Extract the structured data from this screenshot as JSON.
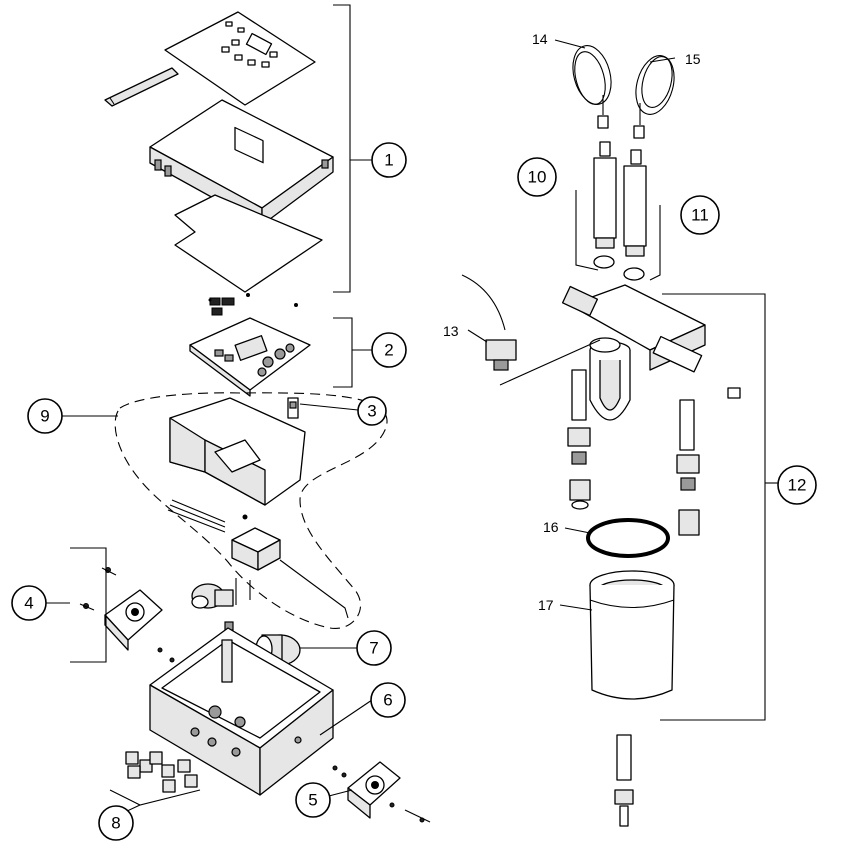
{
  "callouts": [
    {
      "id": "1",
      "label": "1"
    },
    {
      "id": "2",
      "label": "2"
    },
    {
      "id": "3",
      "label": "3"
    },
    {
      "id": "4",
      "label": "4"
    },
    {
      "id": "5",
      "label": "5"
    },
    {
      "id": "6",
      "label": "6"
    },
    {
      "id": "7",
      "label": "7"
    },
    {
      "id": "8",
      "label": "8"
    },
    {
      "id": "9",
      "label": "9"
    },
    {
      "id": "10",
      "label": "10"
    },
    {
      "id": "11",
      "label": "11"
    },
    {
      "id": "12",
      "label": "12"
    }
  ],
  "plain_labels": [
    {
      "id": "13",
      "label": "13"
    },
    {
      "id": "14",
      "label": "14"
    },
    {
      "id": "15",
      "label": "15"
    },
    {
      "id": "16",
      "label": "16"
    },
    {
      "id": "17",
      "label": "17"
    }
  ]
}
